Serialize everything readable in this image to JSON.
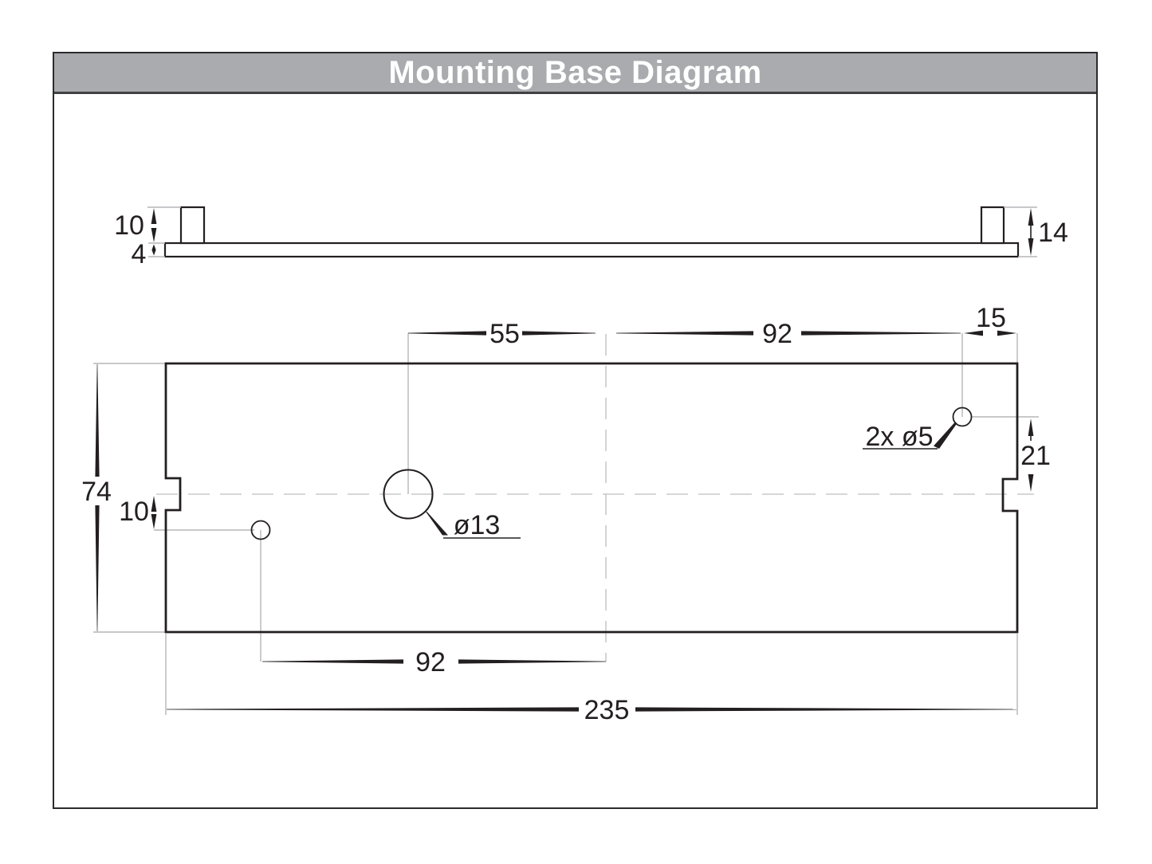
{
  "header": {
    "title": "Mounting Base Diagram"
  },
  "side_view": {
    "tab_height": "10",
    "plate_thickness": "4",
    "overall_height": "14"
  },
  "plan_view": {
    "center_hole_offset": "55",
    "right_hole_offset": "92",
    "right_hole_edge_distance": "15",
    "right_hole_centerline_distance": "21",
    "plate_depth": "74",
    "left_hole_centerline_distance": "10",
    "left_hole_offset": "92",
    "plate_length": "235",
    "center_hole_label": "ø13",
    "small_hole_label": "2x ø5"
  }
}
